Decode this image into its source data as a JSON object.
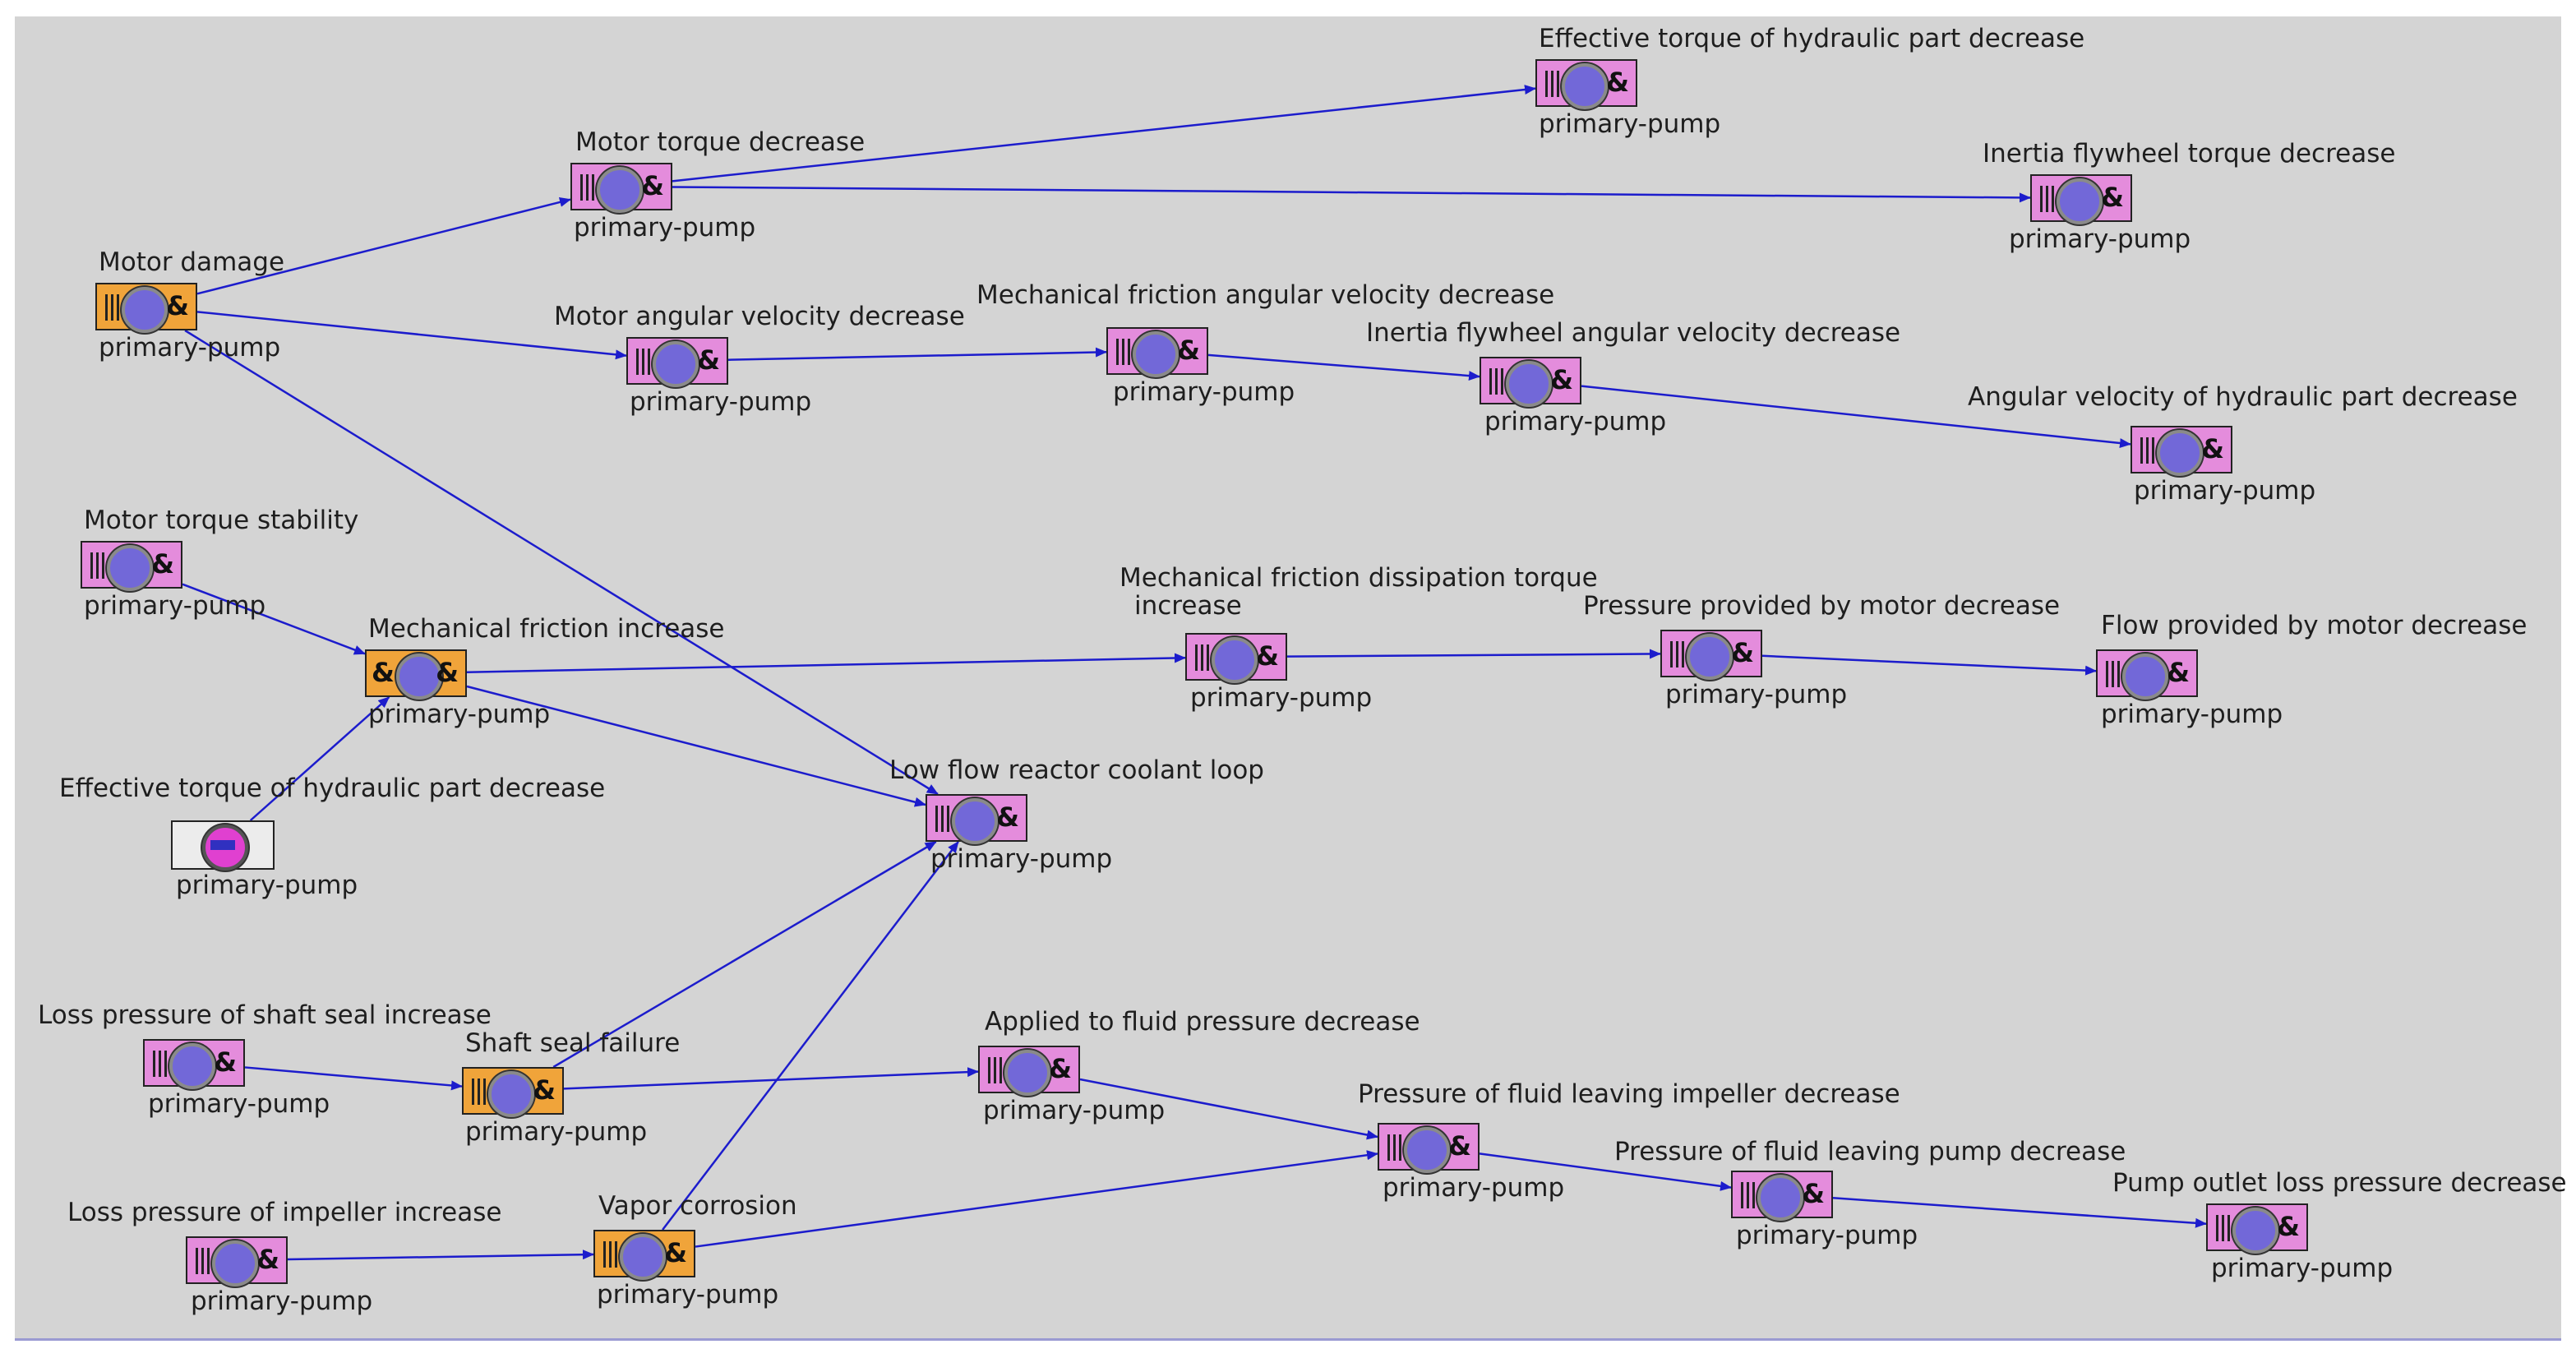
{
  "colors": {
    "canvas": "#d4d4d4",
    "edge": "#1c1ccc",
    "pink": "#e48cdc",
    "orange": "#f0a43a",
    "circle": "#7268d8"
  },
  "nodes": {
    "eff_torque_top": {
      "title": "Effective torque of hydraulic part decrease",
      "sub": "primary-pump",
      "kind": "pink"
    },
    "motor_torque_dec": {
      "title": "Motor torque decrease",
      "sub": "primary-pump",
      "kind": "pink"
    },
    "inertia_torque": {
      "title": "Inertia flywheel torque decrease",
      "sub": "primary-pump",
      "kind": "pink"
    },
    "motor_damage": {
      "title": "Motor damage",
      "sub": "primary-pump",
      "kind": "orange"
    },
    "mech_fric_ang": {
      "title": "Mechanical friction angular velocity decrease",
      "sub": "primary-pump",
      "kind": "pink"
    },
    "motor_ang_vel": {
      "title": "Motor angular velocity decrease",
      "sub": "primary-pump",
      "kind": "pink"
    },
    "inertia_ang_vel": {
      "title": "Inertia flywheel angular velocity decrease",
      "sub": "primary-pump",
      "kind": "pink"
    },
    "ang_vel_hyd": {
      "title": "Angular velocity of hydraulic part decrease",
      "sub": "primary-pump",
      "kind": "pink"
    },
    "motor_torque_stab": {
      "title": "Motor torque stability",
      "sub": "primary-pump",
      "kind": "pink"
    },
    "mech_fric_inc": {
      "title": "Mechanical friction increase",
      "sub": "primary-pump",
      "kind": "orange2"
    },
    "mech_fric_diss_1": {
      "title": "Mechanical friction dissipation torque",
      "sub": "primary-pump",
      "kind": "pink"
    },
    "mech_fric_diss_2": {
      "title": "increase"
    },
    "press_motor": {
      "title": "Pressure provided by motor decrease",
      "sub": "primary-pump",
      "kind": "pink"
    },
    "flow_motor": {
      "title": "Flow provided by motor decrease",
      "sub": "primary-pump",
      "kind": "pink"
    },
    "eff_torque_left": {
      "title": "Effective torque of hydraulic part decrease",
      "sub": "primary-pump",
      "kind": "white"
    },
    "low_flow": {
      "title": "Low flow reactor coolant loop",
      "sub": "primary-pump",
      "kind": "pink"
    },
    "loss_shaft_seal": {
      "title": "Loss pressure of shaft seal increase",
      "sub": "primary-pump",
      "kind": "pink"
    },
    "shaft_seal_fail": {
      "title": "Shaft seal failure",
      "sub": "primary-pump",
      "kind": "orange"
    },
    "applied_fluid": {
      "title": "Applied to fluid pressure decrease",
      "sub": "primary-pump",
      "kind": "pink"
    },
    "press_impeller": {
      "title": "Pressure of fluid leaving impeller decrease",
      "sub": "primary-pump",
      "kind": "pink"
    },
    "press_pump": {
      "title": "Pressure of fluid leaving pump decrease",
      "sub": "primary-pump",
      "kind": "pink"
    },
    "loss_impeller": {
      "title": "Loss pressure of impeller increase",
      "sub": "primary-pump",
      "kind": "pink"
    },
    "vapor_corr": {
      "title": "Vapor corrosion",
      "sub": "primary-pump",
      "kind": "orange"
    },
    "pump_outlet": {
      "title": "Pump outlet loss pressure decrease",
      "sub": "primary-pump",
      "kind": "pink"
    }
  },
  "edges": [
    [
      "motor_damage",
      "motor_torque_dec"
    ],
    [
      "motor_damage",
      "motor_ang_vel"
    ],
    [
      "motor_damage",
      "low_flow"
    ],
    [
      "motor_torque_dec",
      "eff_torque_top"
    ],
    [
      "motor_torque_dec",
      "inertia_torque"
    ],
    [
      "motor_ang_vel",
      "mech_fric_ang"
    ],
    [
      "mech_fric_ang",
      "inertia_ang_vel"
    ],
    [
      "inertia_ang_vel",
      "ang_vel_hyd"
    ],
    [
      "motor_torque_stab",
      "mech_fric_inc"
    ],
    [
      "eff_torque_left",
      "mech_fric_inc"
    ],
    [
      "mech_fric_inc",
      "mech_fric_diss_1"
    ],
    [
      "mech_fric_inc",
      "low_flow"
    ],
    [
      "mech_fric_diss_1",
      "press_motor"
    ],
    [
      "press_motor",
      "flow_motor"
    ],
    [
      "loss_shaft_seal",
      "shaft_seal_fail"
    ],
    [
      "shaft_seal_fail",
      "applied_fluid"
    ],
    [
      "shaft_seal_fail",
      "low_flow"
    ],
    [
      "vapor_corr",
      "low_flow"
    ],
    [
      "applied_fluid",
      "press_impeller"
    ],
    [
      "vapor_corr",
      "press_impeller"
    ],
    [
      "press_impeller",
      "press_pump"
    ],
    [
      "press_pump",
      "pump_outlet"
    ],
    [
      "loss_impeller",
      "vapor_corr"
    ]
  ]
}
